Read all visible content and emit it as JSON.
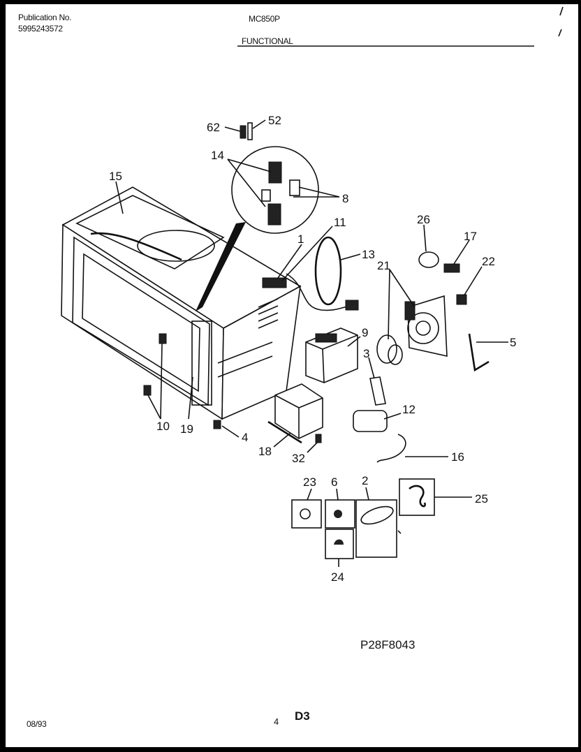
{
  "header": {
    "publication_label": "Publication No.",
    "publication_number": "5995243572",
    "model": "MC850P",
    "section": "FUNCTIONAL"
  },
  "footer": {
    "date": "08/93",
    "page_number": "4",
    "page_code": "D3",
    "diagram_code": "P28F8043"
  },
  "callouts": {
    "c62": "62",
    "c52": "52",
    "c14": "14",
    "c8": "8",
    "c15": "15",
    "c11": "11",
    "c1": "1",
    "c13": "13",
    "c26": "26",
    "c17": "17",
    "c21": "21",
    "c22": "22",
    "c9": "9",
    "c3": "3",
    "c5": "5",
    "c12": "12",
    "c10": "10",
    "c19": "19",
    "c4": "4",
    "c18": "18",
    "c32": "32",
    "c16": "16",
    "c23": "23",
    "c6": "6",
    "c2": "2",
    "c25": "25",
    "c24": "24"
  }
}
